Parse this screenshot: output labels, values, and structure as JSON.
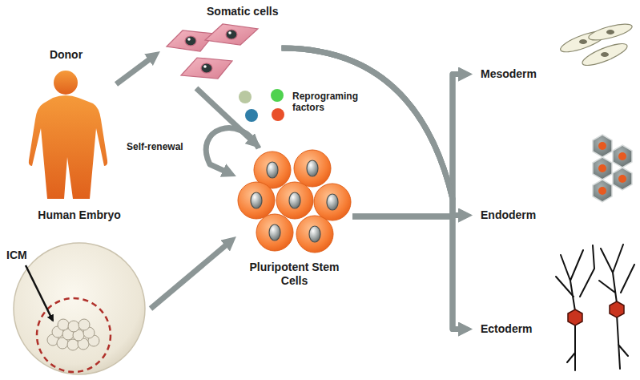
{
  "diagram": {
    "nodes": [
      {
        "text": [
          "Donor"
        ]
      },
      {
        "text": [
          "Somatic cells"
        ]
      },
      {
        "text": [
          "Human Embryo"
        ]
      },
      {
        "text": [
          "Pluripotent Stem Cells"
        ]
      },
      {
        "text": [
          "Mesoderm"
        ]
      },
      {
        "text": [
          "Endoderm"
        ]
      },
      {
        "text": [
          "Ectoderm"
        ]
      }
    ],
    "edges": [
      {
        "from": 0,
        "to": 1,
        "arrow": "to"
      },
      {
        "from": 1,
        "to": 3,
        "label": "Reprograming factors",
        "arrow": "to"
      },
      {
        "from": 2,
        "to": 3,
        "arrow": "to"
      },
      {
        "from": 3,
        "to": 3,
        "label": "Self-renewal",
        "arrow": "to"
      },
      {
        "from": 3,
        "to": 4,
        "arrow": "to"
      },
      {
        "from": 3,
        "to": 5,
        "arrow": "to"
      },
      {
        "from": 3,
        "to": 6,
        "arrow": "to"
      },
      {
        "from": 1,
        "to": 4,
        "arrow": "to"
      },
      {
        "from": 1,
        "to": 5,
        "arrow": "to"
      },
      {
        "from": 1,
        "to": 6,
        "arrow": "to"
      }
    ],
    "labels": [
      "ICM"
    ]
  }
}
